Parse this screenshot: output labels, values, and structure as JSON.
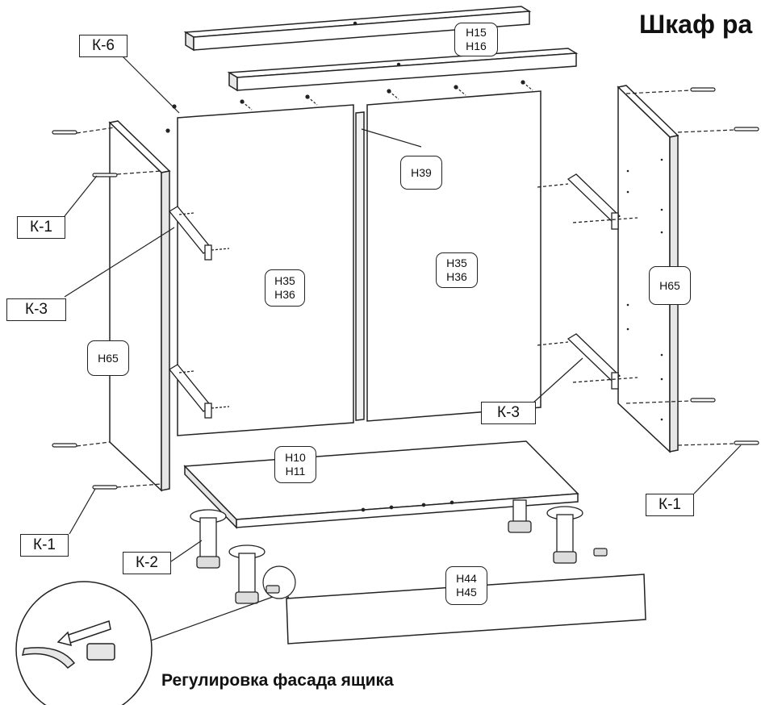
{
  "title": "Шкаф ра",
  "caption": "Регулировка фасада ящика",
  "labels": {
    "k6": "К-6",
    "k1_left_top": "К-1",
    "k3_left": "К-3",
    "k1_left_bottom": "К-1",
    "k2": "К-2",
    "k3_right": "К-3",
    "k1_right": "К-1"
  },
  "parts": {
    "top_rails": [
      "H15",
      "H16"
    ],
    "divider": "H39",
    "left_door": [
      "H35",
      "H36"
    ],
    "right_door": [
      "H35",
      "H36"
    ],
    "left_side": "H65",
    "right_side": "H65",
    "bottom": [
      "H10",
      "H11"
    ],
    "plinth": [
      "H44",
      "H45"
    ]
  }
}
